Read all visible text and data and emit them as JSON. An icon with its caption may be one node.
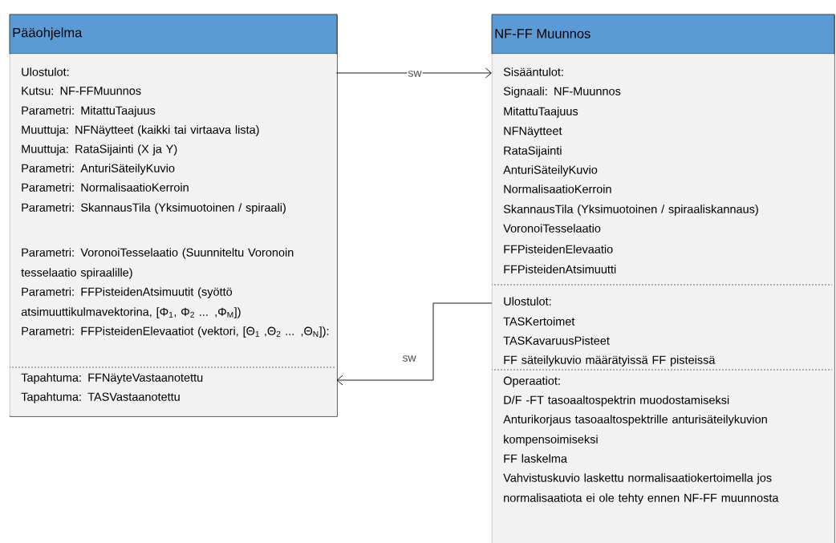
{
  "diagram": {
    "nodes": [
      {
        "text": [
          "Pääohjelma"
        ]
      },
      {
        "text": [
          "Ulostulot:",
          "Kutsu: NF-FFMuunnos",
          "Parametri: MitattuTaajuus",
          "Muuttuja: NFNäytteet (kaikki tai virtaava lista)",
          "Muuttuja: RataSijainti (X ja Y)",
          "Parametri: AnturiSäteilyKuvio",
          "Parametri: NormalisaatioKerroin",
          "Parametri: SkannausTila (Yksimuotoinen / spiraali)",
          "Parametri: VoronoiTesselaatio (Suunniteltu Voronoin tesselaatio spiraalille)",
          "Parametri: FFPisteidenAtsimuutit (syöttö atsimuuttikulmavektorina, [Φ$_{1}$, Φ$_{2}$ ... ,Φ$_{M}$])",
          "Parametri: FFPisteidenElevaatiot (vektori, [Θ$_{1}$ ,Θ$_{2}$ ... ,Θ$_{N}$]):"
        ],
        "in": 0
      },
      {
        "text": [
          "Tapahtuma: FFNäyteVastaanotettu",
          "Tapahtuma: TASVastaanotettu"
        ],
        "in": 0
      },
      {
        "text": [
          "NF-FF Muunnos"
        ]
      },
      {
        "text": [
          "Sisääntulot:",
          "Signaali: NF-Muunnos",
          "MitattuTaajuus",
          "NFNäytteet",
          "RataSijainti",
          "AnturiSäteilyKuvio",
          "NormalisaatioKerroin",
          "SkannausTila (Yksimuotoinen / spiraaliskannaus)",
          "VoronoiTesselaatio",
          "FFPisteidenElevaatio",
          "FFPisteidenAtsimuutti"
        ],
        "in": 3
      },
      {
        "text": [
          "Ulostulot:",
          "TASKertoimet",
          "TASKavaruusPisteet",
          "FF säteilykuvio määrätyissä FF pisteissä"
        ],
        "in": 3
      },
      {
        "text": [
          "Operaatiot:",
          "D/F -FT tasoaaltospektrin muodostamiseksi",
          "Anturikorjaus tasoaaltospektrille anturisäteilykuvion kompensoimiseksi",
          "FF laskelma",
          "Vahvistuskuvio laskettu normalisaatiokertoimella jos normalisaatiota ei ole  tehty ennen NF-FF muunnosta"
        ],
        "in": 3
      }
    ],
    "edges": [
      {
        "from": 1,
        "to": 4,
        "arrow": "to",
        "label": "sw"
      },
      {
        "from": 5,
        "to": 2,
        "arrow": "to",
        "label": "sw"
      }
    ]
  }
}
